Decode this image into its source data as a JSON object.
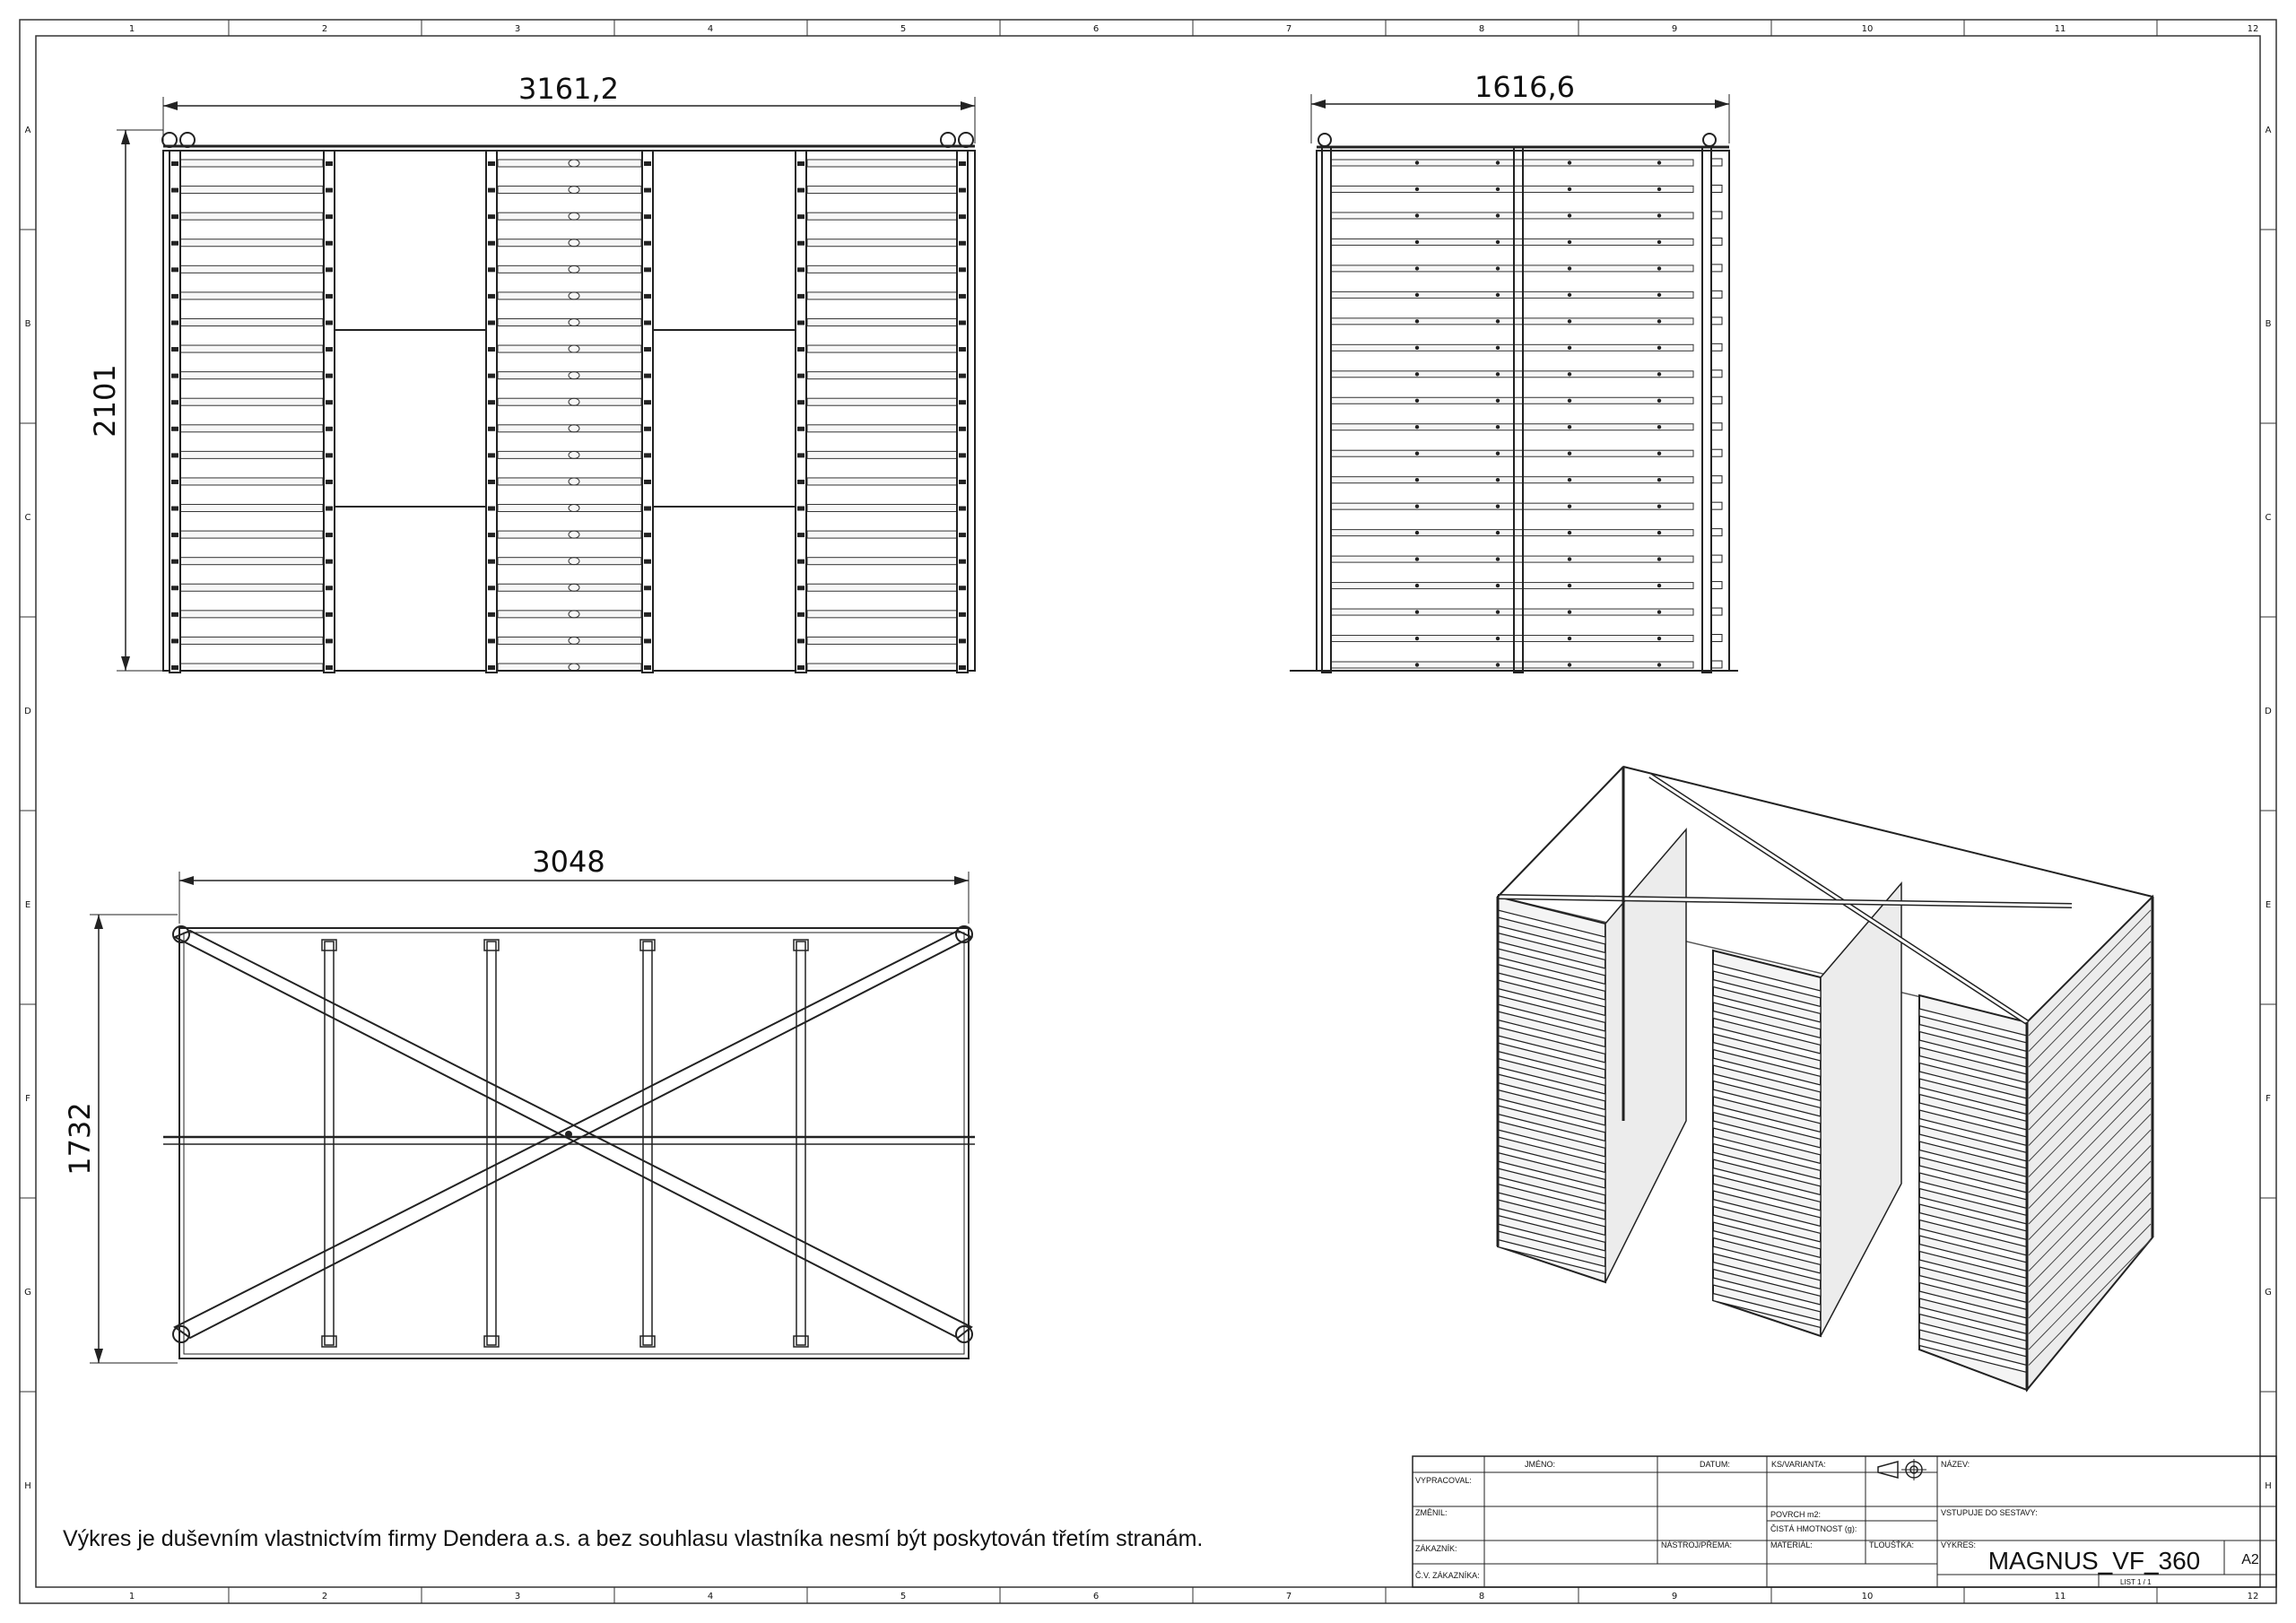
{
  "grid": {
    "columns": [
      "1",
      "2",
      "3",
      "4",
      "5",
      "6",
      "7",
      "8",
      "9",
      "10",
      "11",
      "12"
    ],
    "rows": [
      "A",
      "B",
      "C",
      "D",
      "E",
      "F",
      "G",
      "H"
    ]
  },
  "views": {
    "front": {
      "width_dim": "3161,2",
      "height_dim": "2101",
      "shelf_count": 20
    },
    "side": {
      "width_dim": "1616,6",
      "shelf_count": 20
    },
    "top": {
      "width_dim": "3048",
      "height_dim": "1732"
    },
    "iso": {
      "shelf_count": 22
    }
  },
  "notice": "Výkres je duševním vlastnictvím firmy Dendera a.s. a bez souhlasu vlastníka nesmí být poskytován třetím stranám.",
  "title_block": {
    "jmeno": "JMÉNO:",
    "datum": "DATUM:",
    "ks_varianta": "KS/VARIANTA:",
    "nazev": "NÁZEV:",
    "vypracoval": "VYPRACOVAL:",
    "zmenil": "ZMĚNIL:",
    "povrch": "POVRCH m2:",
    "hmotnost": "ČISTÁ HMOTNOST (g):",
    "vstupuje": "VSTUPUJE DO SESTAVY:",
    "zakaznik": "ZÁKAZNÍK:",
    "nastroj": "NÁSTROJ/PŘEMA:",
    "material": "MATERIÁL:",
    "tloustka": "TLOUŠŤKA:",
    "vykres": "VÝKRES:",
    "cv_zakaznika": "Č.V. ZÁKAZNÍKA:",
    "drawing_name": "MAGNUS_VF_360",
    "format": "A2",
    "sheet": "LIST 1 / 1"
  }
}
